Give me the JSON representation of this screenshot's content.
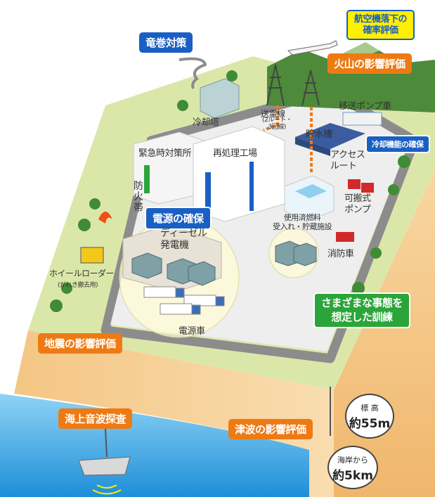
{
  "labels": {
    "aircraft_fall": "航空機落下の\n確率評価",
    "tornado": "竜巻対策",
    "volcano": "火山の影響評価",
    "transfer_pump": "移送ポンプ車",
    "cooling_tower": "冷却塔",
    "power_line": "送電線",
    "power_line_sub": "(2ルート・\n3回線)",
    "water_tank": "貯水槽",
    "cooling_secure": "冷却機能の確保",
    "emergency_center": "緊急時対策所",
    "reprocessing": "再処理工場",
    "access_route": "アクセス\nルート",
    "fire_belt": "防火帯",
    "portable_pump": "可搬式\nポンプ",
    "power_secure": "電源の確保",
    "diesel": "ディーゼル\n発電機",
    "spent_fuel": "使用済燃料\n受入れ・貯蔵施設",
    "fire_truck": "消防車",
    "wheel_loader": "ホイールローダー",
    "wheel_loader_sub": "(がれき撤去用)",
    "training": "さまざまな事態を\n想定した訓練",
    "power_truck": "電源車",
    "earthquake": "地震の影響評価",
    "elevation_label": "標 高",
    "elevation_value": "約55m",
    "sonar": "海上音波探査",
    "tsunami": "津波の影響評価",
    "distance_label": "海岸から",
    "distance_value": "約5km"
  },
  "colors": {
    "sea": "#3aaee8",
    "ground": "#f6c783",
    "plateau_top": "#dbe7a9",
    "road": "#8c8c8c",
    "accent_blue": "#1a5fc3",
    "accent_orange": "#ee7a14",
    "accent_green": "#2ba53a"
  }
}
